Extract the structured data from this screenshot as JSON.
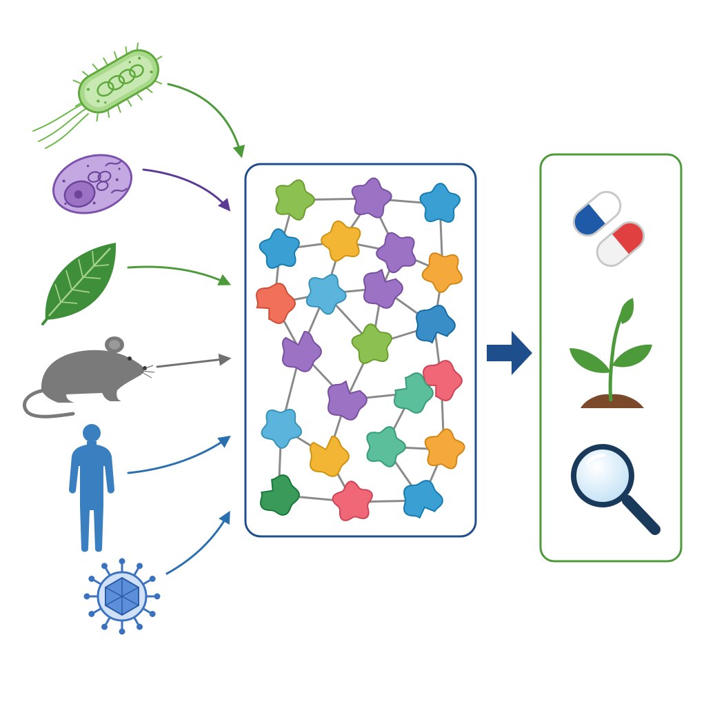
{
  "diagram": {
    "colors": {
      "background": "#ffffff",
      "network_frame": "#1f4e8c",
      "output_frame": "#4c9a3a",
      "big_arrow": "#1f4e8c",
      "edge": "#8a8a8a",
      "bacterium": "#6db84a",
      "cell": "#8e5fb8",
      "leaf": "#3f8f3a",
      "mouse": "#7a7a7a",
      "human": "#3a7fc0",
      "virus": "#3a72c0"
    },
    "sources": [
      {
        "name": "bacterium",
        "icon": "bacterium-icon",
        "arrow_color": "#4c9a3a"
      },
      {
        "name": "eukaryotic-cell",
        "icon": "cell-icon",
        "arrow_color": "#5b3a96"
      },
      {
        "name": "plant-leaf",
        "icon": "leaf-icon",
        "arrow_color": "#4c9a3a"
      },
      {
        "name": "mouse",
        "icon": "mouse-icon",
        "arrow_color": "#707070"
      },
      {
        "name": "human",
        "icon": "human-icon",
        "arrow_color": "#2a6fb0"
      },
      {
        "name": "virus",
        "icon": "virus-icon",
        "arrow_color": "#2a6fb0"
      }
    ],
    "network": {
      "proteins": [
        {
          "id": "p1",
          "color": "#8cc152",
          "shape": "blob"
        },
        {
          "id": "p2",
          "color": "#9b72c4",
          "shape": "blob"
        },
        {
          "id": "p3",
          "color": "#3aa0d4",
          "shape": "blob"
        },
        {
          "id": "p4",
          "color": "#3aa0d4",
          "shape": "blob"
        },
        {
          "id": "p5",
          "color": "#f2b634",
          "shape": "blob"
        },
        {
          "id": "p6",
          "color": "#9b72c4",
          "shape": "blob"
        },
        {
          "id": "p7",
          "color": "#f5a93a",
          "shape": "blob"
        },
        {
          "id": "p8",
          "color": "#f0705a",
          "shape": "pac"
        },
        {
          "id": "p9",
          "color": "#5ab4dc",
          "shape": "blob"
        },
        {
          "id": "p10",
          "color": "#9b72c4",
          "shape": "pac"
        },
        {
          "id": "p11",
          "color": "#3a8ec8",
          "shape": "pac"
        },
        {
          "id": "p12",
          "color": "#9b72c4",
          "shape": "pac"
        },
        {
          "id": "p13",
          "color": "#8cc152",
          "shape": "blob"
        },
        {
          "id": "p14",
          "color": "#f06878",
          "shape": "pac"
        },
        {
          "id": "p15",
          "color": "#5abf9a",
          "shape": "pac"
        },
        {
          "id": "p16",
          "color": "#9b72c4",
          "shape": "pac"
        },
        {
          "id": "p17",
          "color": "#5ab4dc",
          "shape": "blob"
        },
        {
          "id": "p18",
          "color": "#f2b634",
          "shape": "pac"
        },
        {
          "id": "p19",
          "color": "#5abf9a",
          "shape": "blob"
        },
        {
          "id": "p20",
          "color": "#f5a93a",
          "shape": "blob"
        },
        {
          "id": "p21",
          "color": "#3a9a5a",
          "shape": "pac"
        },
        {
          "id": "p22",
          "color": "#f06878",
          "shape": "blob"
        },
        {
          "id": "p23",
          "color": "#3aa0d4",
          "shape": "pac"
        }
      ],
      "edges": [
        [
          "p1",
          "p2"
        ],
        [
          "p2",
          "p3"
        ],
        [
          "p1",
          "p4"
        ],
        [
          "p2",
          "p5"
        ],
        [
          "p2",
          "p6"
        ],
        [
          "p3",
          "p7"
        ],
        [
          "p4",
          "p5"
        ],
        [
          "p5",
          "p6"
        ],
        [
          "p6",
          "p7"
        ],
        [
          "p4",
          "p8"
        ],
        [
          "p8",
          "p9"
        ],
        [
          "p9",
          "p10"
        ],
        [
          "p10",
          "p11"
        ],
        [
          "p6",
          "p10"
        ],
        [
          "p5",
          "p9"
        ],
        [
          "p7",
          "p11"
        ],
        [
          "p9",
          "p12"
        ],
        [
          "p9",
          "p13"
        ],
        [
          "p10",
          "p13"
        ],
        [
          "p11",
          "p13"
        ],
        [
          "p11",
          "p14"
        ],
        [
          "p12",
          "p16"
        ],
        [
          "p13",
          "p16"
        ],
        [
          "p12",
          "p17"
        ],
        [
          "p16",
          "p15"
        ],
        [
          "p15",
          "p14"
        ],
        [
          "p17",
          "p18"
        ],
        [
          "p16",
          "p18"
        ],
        [
          "p15",
          "p19"
        ],
        [
          "p14",
          "p20"
        ],
        [
          "p19",
          "p20"
        ],
        [
          "p17",
          "p21"
        ],
        [
          "p18",
          "p22"
        ],
        [
          "p21",
          "p22"
        ],
        [
          "p22",
          "p23"
        ],
        [
          "p19",
          "p23"
        ],
        [
          "p20",
          "p23"
        ],
        [
          "p12",
          "p8"
        ]
      ]
    },
    "outputs": [
      {
        "name": "drug-capsules",
        "icon": "capsule-icon"
      },
      {
        "name": "crop-plant",
        "icon": "sprout-icon"
      },
      {
        "name": "discovery-search",
        "icon": "magnifier-icon"
      }
    ]
  }
}
